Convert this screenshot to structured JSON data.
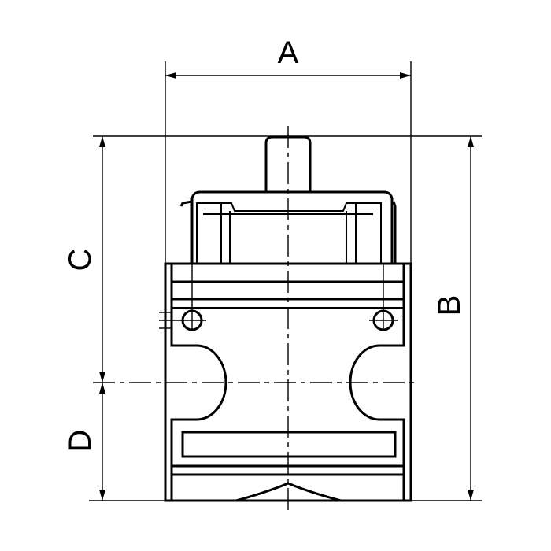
{
  "drawing": {
    "dimension_labels": {
      "a": "A",
      "b": "B",
      "c": "C",
      "d": "D"
    },
    "line_color": "#000000",
    "background": "#ffffff"
  }
}
